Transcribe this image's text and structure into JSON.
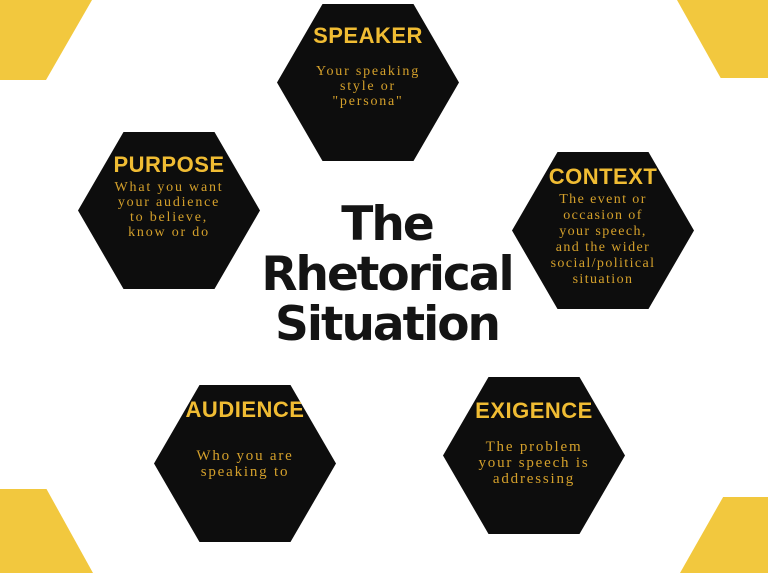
{
  "title": {
    "lines": [
      "The",
      "Rhetorical",
      "Situation"
    ],
    "full_text": "The Rhetorical Situation"
  },
  "hexagons": [
    {
      "id": "speaker",
      "label": "SPEAKER",
      "body_lines": [
        "Your speaking",
        "style or",
        "\"persona\""
      ]
    },
    {
      "id": "purpose",
      "label": "PURPOSE",
      "body_lines": [
        "What you want",
        "your audience",
        "to believe,",
        "know or do"
      ]
    },
    {
      "id": "context",
      "label": "CONTEXT",
      "body_lines": [
        "The event or",
        "occasion of",
        "your speech,",
        "and the wider",
        "social/political",
        "situation"
      ]
    },
    {
      "id": "audience",
      "label": "AUDIENCE",
      "body_lines": [
        "Who you are",
        "speaking to"
      ]
    },
    {
      "id": "exigence",
      "label": "EXIGENCE",
      "body_lines": [
        "The problem",
        "your speech is",
        "addressing"
      ]
    }
  ],
  "colors": {
    "background": "#ffffff",
    "hexagon_fill": "#0d0d0d",
    "corner_yellow": "#f2c83e",
    "heading_yellow": "#f0bc33",
    "body_yellow": "#d4a02b",
    "center_title_black": "#141414"
  }
}
